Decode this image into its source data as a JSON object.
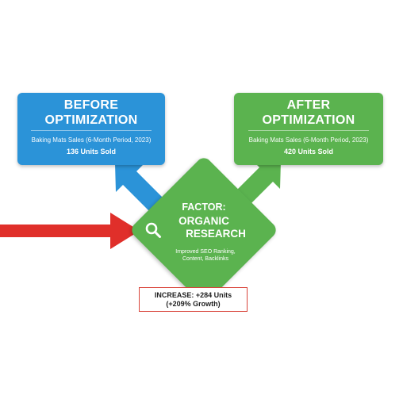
{
  "before": {
    "title_line1": "BEFORE",
    "title_line2": "OPTIMIZATION",
    "subtitle": "Baking Mats Sales (6-Month Period, 2023)",
    "value": "136 Units Sold"
  },
  "after": {
    "title_line1": "AFTER",
    "title_line2": "OPTIMIZATION",
    "subtitle": "Baking Mats Sales (6-Month Period, 2023)",
    "value": "420 Units Sold"
  },
  "factor": {
    "line1": "FACTOR:",
    "line2": "ORGANIC",
    "line3": "RESEARCH",
    "description_line1": "Improved SEO Ranking,",
    "description_line2": "Content, Backlinks",
    "icon": "magnifier-icon"
  },
  "increase": {
    "line1": "INCREASE: +284 Units",
    "line2": "(+209% Growth)"
  },
  "colors": {
    "blue": "#2b93d8",
    "green": "#5bb34f",
    "red": "#e02f2a"
  }
}
